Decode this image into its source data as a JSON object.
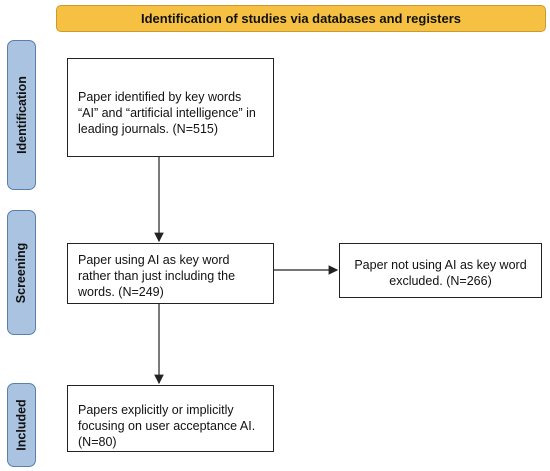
{
  "header": {
    "title": "Identification of studies via databases and registers"
  },
  "stages": {
    "identification": "Identification",
    "screening": "Screening",
    "included": "Included"
  },
  "boxes": {
    "identified": "Paper identified by key words “AI” and “artificial intelligence” in leading journals. (N=515)",
    "screened": "Paper using AI as key word rather than just including the words. (N=249)",
    "excluded": "Paper not using AI as key word excluded. (N=266)",
    "included": "Papers explicitly or implicitly focusing on user acceptance AI. (N=80)"
  },
  "colors": {
    "header_fill": "#f6c142",
    "stage_fill": "#a9c3e0",
    "stage_border": "#5b7fa8"
  }
}
